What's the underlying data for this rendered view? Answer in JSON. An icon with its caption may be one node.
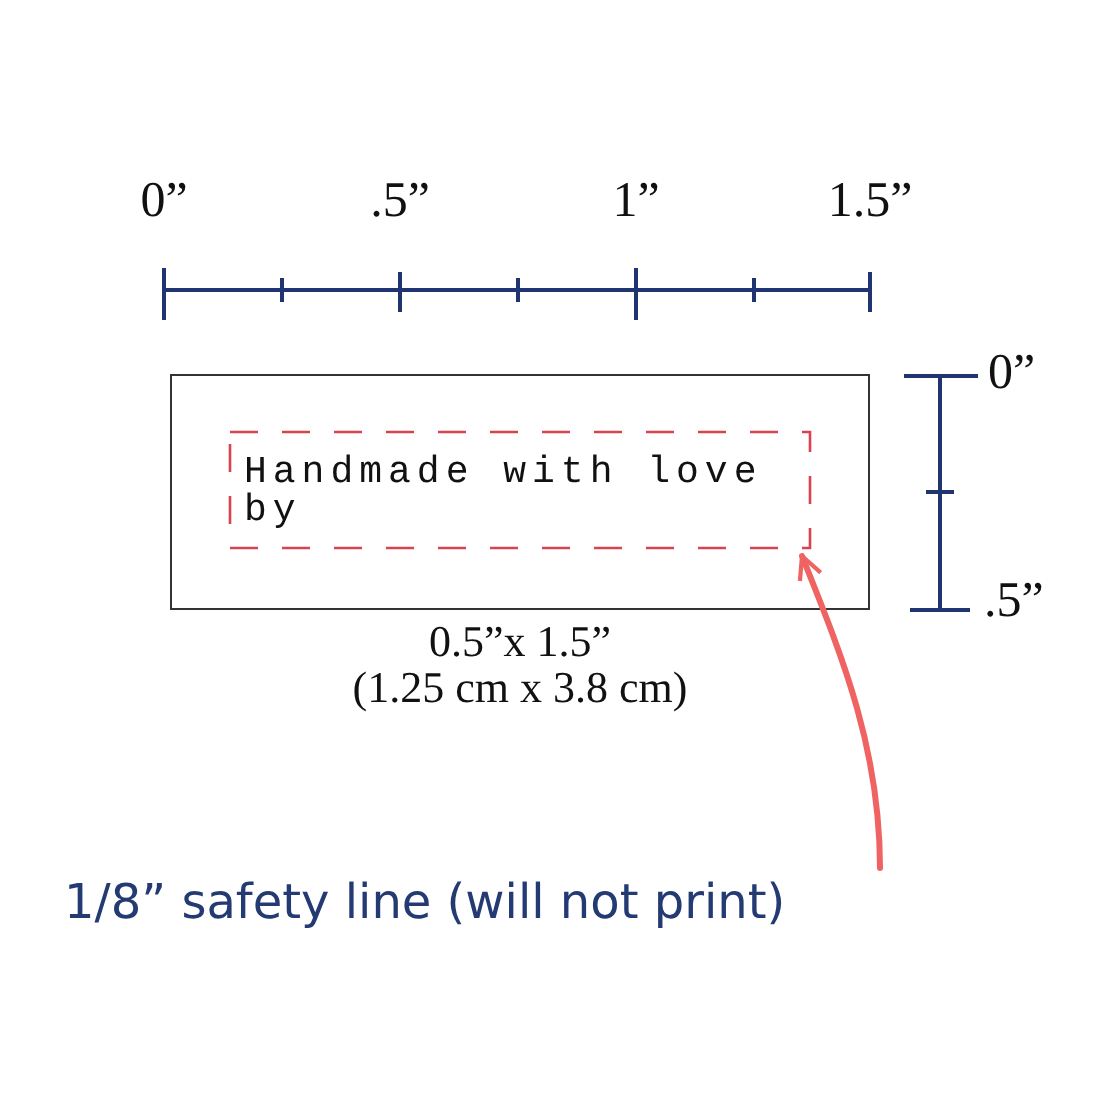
{
  "diagram": {
    "nodes": [
      {
        "text": [],
        "shape": "box",
        "beside": [
          "0.5”x 1.5”",
          "(1.25 cm x 3.8 cm)"
        ]
      },
      {
        "text": [
          "Handmade with love by"
        ],
        "in": 0
      },
      {
        "text": [
          "1/8” safety line (will not print)"
        ]
      }
    ],
    "edges": [
      {
        "from": 2,
        "to": 1,
        "arrow": "to"
      }
    ],
    "labels": [
      "0”",
      ".5”",
      "1”",
      "1.5”",
      "0”",
      ".5”"
    ]
  }
}
